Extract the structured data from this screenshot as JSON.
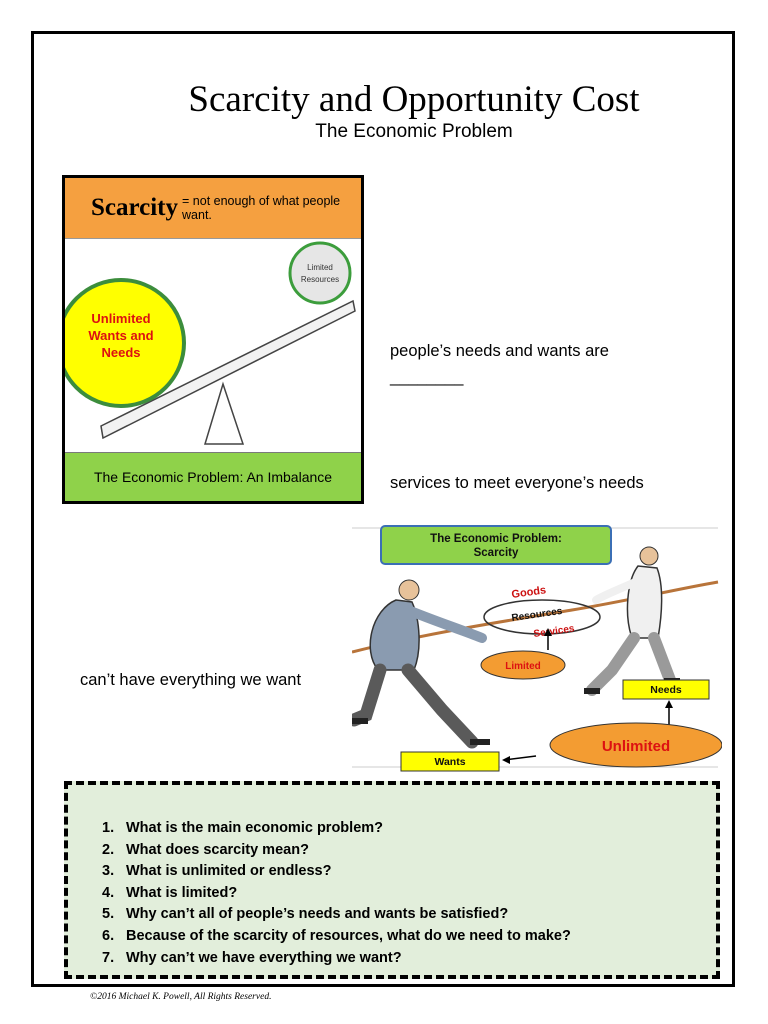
{
  "title": "Scarcity and Opportunity Cost",
  "subtitle": "The Economic Problem",
  "scarcity_figure": {
    "header_word": "Scarcity",
    "header_definition": "= not enough of what people want.",
    "wants_label": [
      "Unlimited",
      "Wants and",
      "Needs"
    ],
    "resources_label": [
      "Limited",
      "Resources"
    ],
    "footer": "The Economic Problem: An Imbalance",
    "colors": {
      "header": "#f5a040",
      "footer": "#8fd24a",
      "wants_circle": "#ffff00",
      "resources_circle": "#4caf50"
    }
  },
  "fill_ins": {
    "line1": "people’s needs and wants are",
    "blank": "________",
    "line2": "services to meet everyone’s needs",
    "line3": "can’t have everything we want"
  },
  "tug_figure": {
    "title_line1": "The Economic Problem:",
    "title_line2": "Scarcity",
    "goods": "Goods",
    "resources": "Resources",
    "services": "Services",
    "limited": "Limited",
    "needs": "Needs",
    "wants": "Wants",
    "unlimited": "Unlimited"
  },
  "questions": [
    {
      "num": "1.",
      "text": "What is the main economic problem?"
    },
    {
      "num": "2.",
      "text": "What does scarcity mean?"
    },
    {
      "num": "3.",
      "text": "What is unlimited or endless?"
    },
    {
      "num": "4.",
      "text": "What is limited?"
    },
    {
      "num": "5.",
      "text": "Why can’t all of people’s needs and wants be satisfied?"
    },
    {
      "num": "6.",
      "text": "Because of the scarcity of resources, what do we need to make?"
    },
    {
      "num": "7.",
      "text": "Why can’t we have everything we want?"
    }
  ],
  "copyright": "©2016 Michael K. Powell, All Rights Reserved."
}
